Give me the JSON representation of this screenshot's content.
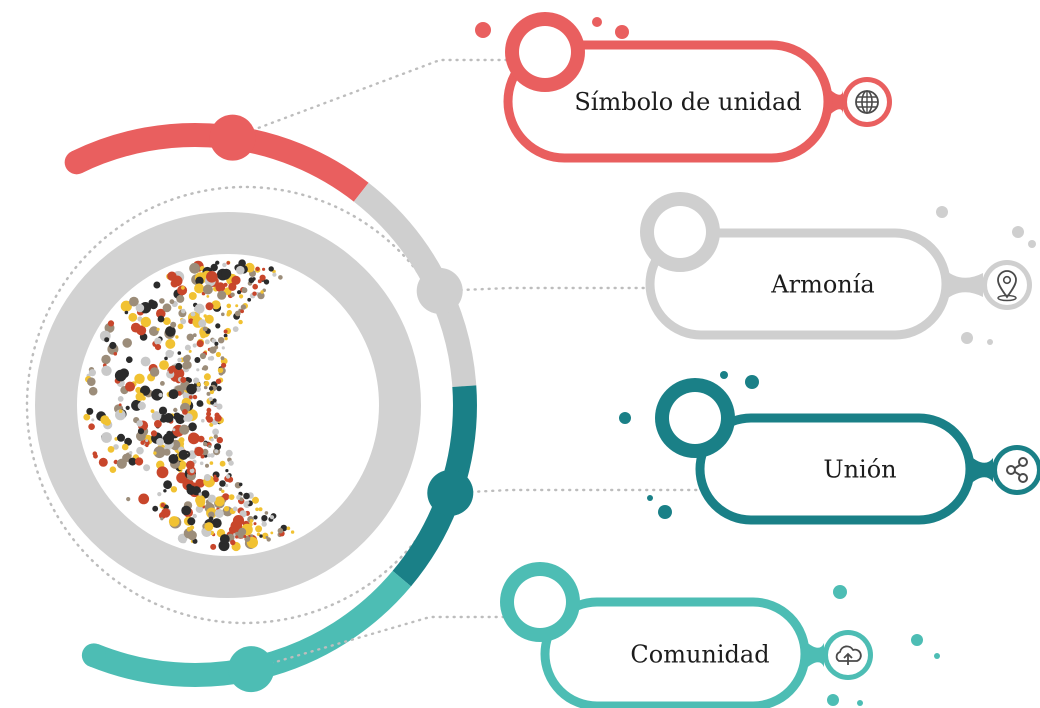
{
  "colors": {
    "red": "#e95f5f",
    "gray": "#cfcfcf",
    "teal": "#1a8087",
    "aqua": "#4dbdb4",
    "ring": "#d2d2d2",
    "dots": "#bdbdbd"
  },
  "items": [
    {
      "label": "Símbolo de unidad",
      "icon": "globe-icon",
      "color_key": "red"
    },
    {
      "label": "Armonía",
      "icon": "location-pin-icon",
      "color_key": "gray"
    },
    {
      "label": "Unión",
      "icon": "share-icon",
      "color_key": "teal"
    },
    {
      "label": "Comunidad",
      "icon": "cloud-upload-icon",
      "color_key": "aqua"
    }
  ],
  "confetti_colors": [
    "#c8462b",
    "#f1c232",
    "#2b2b2b",
    "#9c8d7a",
    "#c9c9c9"
  ]
}
